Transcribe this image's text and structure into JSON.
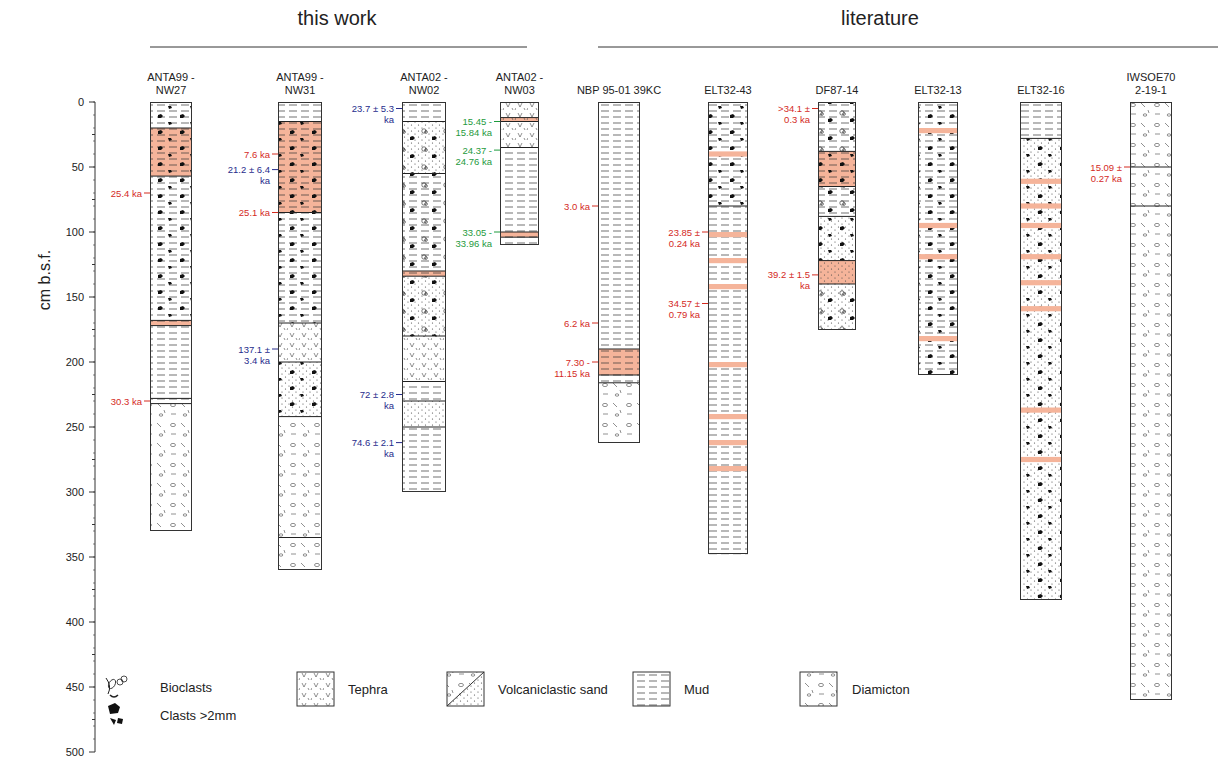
{
  "diagram": {
    "nodes": [
      {
        "text": [
          "ANTA99 - NW27"
        ]
      },
      {
        "text": [
          "ANTA99 - NW31"
        ]
      },
      {
        "text": [
          "ANTA02 - NW02"
        ]
      },
      {
        "text": [
          "ANTA02 - NW03"
        ]
      },
      {
        "text": [
          "NBP 95-01 39KC"
        ]
      },
      {
        "text": [
          "ELT32-43"
        ]
      },
      {
        "text": [
          "DF87-14"
        ]
      },
      {
        "text": [
          "ELT32-13"
        ]
      },
      {
        "text": [
          "ELT32-16"
        ]
      },
      {
        "text": [
          "IWSOE70 2-19-1"
        ]
      }
    ],
    "labels": [
      "this work",
      "literature",
      "cm b.s.f.",
      "0",
      "50",
      "100",
      "150",
      "200",
      "250",
      "300",
      "350",
      "400",
      "450",
      "500",
      "25.4 ka",
      "30.3 ka",
      "7.6 ka",
      "21.2 ± 6.4 ka",
      "25.1 ka",
      "137.1 ± 3.4 ka",
      "23.7 ± 5.3 ka",
      "72 ± 2.8 ka",
      "74.6 ± 2.1 ka",
      "15.45 - 15.84 ka",
      "24.37 - 24.76 ka",
      "33.05 - 33.96 ka",
      "3.0 ka",
      "6.2 ka",
      "7.30 - 11.15 ka",
      "23.85 ± 0.24 ka",
      "34.57 ± 0.79 ka",
      ">34.1 ± 0.3 ka",
      "39.2 ± 1.5 ka",
      "15.09 ± 0.27 ka"
    ],
    "legend": [
      {
        "text": "Bioclasts"
      },
      {
        "text": "Clasts >2mm"
      },
      {
        "text": "Tephra"
      },
      {
        "text": "Volcaniclastic sand"
      },
      {
        "text": "Mud"
      },
      {
        "text": "Diamicton"
      }
    ]
  }
}
